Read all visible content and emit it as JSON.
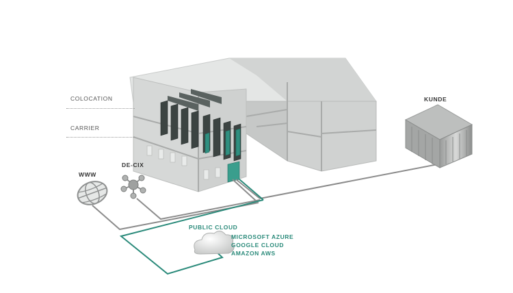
{
  "labels": {
    "colocation": "COLOCATION",
    "carrier": "CARRIER",
    "www": "WWW",
    "decix": "DE-CIX",
    "kunde": "KUNDE",
    "public_cloud": "PUBLIC CLOUD",
    "cloud_providers": [
      "MICROSOFT AZURE",
      "GOOGLE CLOUD",
      "AMAZON AWS"
    ]
  },
  "colors": {
    "accent": "#2a8a7a",
    "line_gray": "#8c8c8c",
    "building_fill": "#d4d6d5"
  },
  "icons": {
    "www": "globe-icon",
    "decix": "network-node-icon",
    "cloud": "cloud-icon",
    "kunde": "server-box-icon"
  }
}
